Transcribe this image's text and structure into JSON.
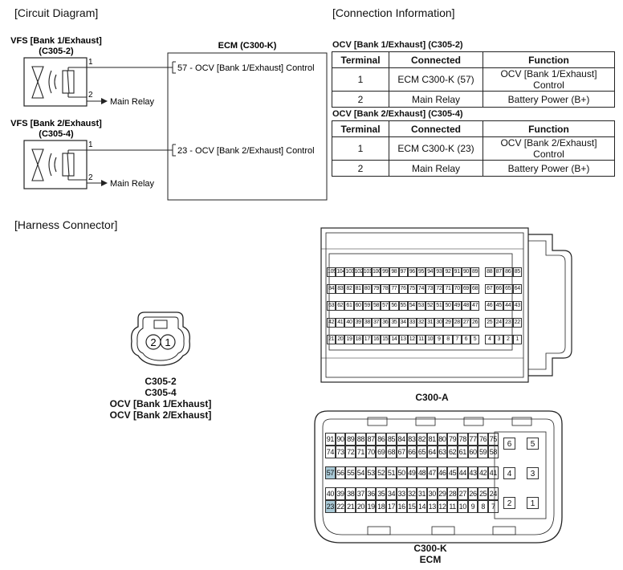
{
  "sections": {
    "circuit": "[Circuit Diagram]",
    "connection": "[Connection Information]",
    "harness": "[Harness Connector]"
  },
  "circuit": {
    "vfs1_title": "VFS [Bank 1/Exhaust]",
    "vfs1_conn": "(C305-2)",
    "vfs2_title": "VFS [Bank 2/Exhaust]",
    "vfs2_conn": "(C305-4)",
    "pin1": "1",
    "pin2": "2",
    "main_relay": "Main Relay",
    "ecm_title": "ECM (C300-K)",
    "ecm_pin57": "57 - OCV [Bank 1/Exhaust] Control",
    "ecm_pin23": "23 - OCV [Bank 2/Exhaust] Control"
  },
  "tables": [
    {
      "title": "OCV [Bank 1/Exhaust] (C305-2)",
      "headers": [
        "Terminal",
        "Connected",
        "Function"
      ],
      "rows": [
        [
          "1",
          "ECM C300-K (57)",
          "OCV [Bank 1/Exhaust] Control"
        ],
        [
          "2",
          "Main Relay",
          "Battery Power (B+)"
        ]
      ]
    },
    {
      "title": "OCV [Bank 2/Exhaust] (C305-4)",
      "headers": [
        "Terminal",
        "Connected",
        "Function"
      ],
      "rows": [
        [
          "1",
          "ECM C300-K (23)",
          "OCV [Bank 2/Exhaust] Control"
        ],
        [
          "2",
          "Main Relay",
          "Battery Power (B+)"
        ]
      ]
    }
  ],
  "harness": {
    "small_pin_left": "2",
    "small_pin_right": "1",
    "small_labels": [
      "C305-2",
      "C305-4",
      "OCV [Bank 1/Exhaust]",
      "OCV [Bank 2/Exhaust]"
    ],
    "c300a_label": "C300-A",
    "c300a_rows": [
      [
        "105",
        "104",
        "103",
        "102",
        "101",
        "100",
        "99",
        "98",
        "97",
        "96",
        "95",
        "94",
        "93",
        "92",
        "91",
        "90",
        "89"
      ],
      [
        "84",
        "83",
        "82",
        "81",
        "80",
        "79",
        "78",
        "77",
        "76",
        "75",
        "74",
        "73",
        "72",
        "71",
        "70",
        "69",
        "68"
      ],
      [
        "63",
        "62",
        "61",
        "60",
        "59",
        "58",
        "57",
        "56",
        "55",
        "54",
        "53",
        "52",
        "51",
        "50",
        "49",
        "48",
        "47"
      ],
      [
        "42",
        "41",
        "40",
        "39",
        "38",
        "37",
        "36",
        "35",
        "34",
        "33",
        "32",
        "31",
        "30",
        "29",
        "28",
        "27",
        "26"
      ],
      [
        "21",
        "20",
        "19",
        "18",
        "17",
        "16",
        "15",
        "14",
        "13",
        "12",
        "11",
        "10",
        "9",
        "8",
        "7",
        "6",
        "5"
      ]
    ],
    "c300a_side_rows": [
      [
        "88",
        "87",
        "86",
        "85"
      ],
      [
        "67",
        "66",
        "65",
        "64"
      ],
      [
        "46",
        "45",
        "44",
        "43"
      ],
      [
        "25",
        "24",
        "23",
        "22"
      ],
      [
        "4",
        "3",
        "2",
        "1"
      ]
    ],
    "c300k_label": "C300-K",
    "c300k_sublabel": "ECM",
    "c300k_rows": [
      [
        "91",
        "90",
        "89",
        "88",
        "87",
        "86",
        "85",
        "84",
        "83",
        "82",
        "81",
        "80",
        "79",
        "78",
        "77",
        "76",
        "75"
      ],
      [
        "74",
        "73",
        "72",
        "71",
        "70",
        "69",
        "68",
        "67",
        "66",
        "65",
        "64",
        "63",
        "62",
        "61",
        "60",
        "59",
        "58"
      ],
      [
        "57",
        "56",
        "55",
        "54",
        "53",
        "52",
        "51",
        "50",
        "49",
        "48",
        "47",
        "46",
        "45",
        "44",
        "43",
        "42",
        "41"
      ],
      [
        "40",
        "39",
        "38",
        "37",
        "36",
        "35",
        "34",
        "33",
        "32",
        "31",
        "30",
        "29",
        "28",
        "27",
        "26",
        "25",
        "24"
      ],
      [
        "23",
        "22",
        "21",
        "20",
        "19",
        "18",
        "17",
        "16",
        "15",
        "14",
        "13",
        "12",
        "11",
        "10",
        "9",
        "8",
        "7"
      ]
    ],
    "c300k_highlight": [
      "57",
      "23"
    ],
    "c300k_side": [
      "6",
      "5",
      "4",
      "3",
      "2",
      "1"
    ]
  },
  "colors": {
    "line": "#222222",
    "highlight": "#a9c9d6"
  }
}
